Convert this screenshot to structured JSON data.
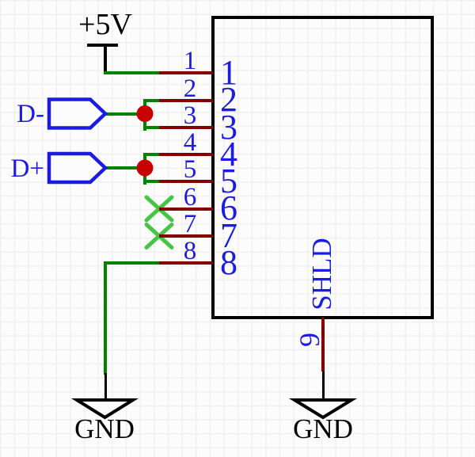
{
  "schematic": {
    "power_label": "+5V",
    "net_labels": {
      "dminus": "D-",
      "dplus": "D+"
    },
    "grounds": {
      "left": "GND",
      "right": "GND"
    },
    "component": {
      "left_pins": [
        {
          "number": "1",
          "name": "1"
        },
        {
          "number": "2",
          "name": "2"
        },
        {
          "number": "3",
          "name": "3"
        },
        {
          "number": "4",
          "name": "4"
        },
        {
          "number": "5",
          "name": "5"
        },
        {
          "number": "6",
          "name": "6"
        },
        {
          "number": "7",
          "name": "7"
        },
        {
          "number": "8",
          "name": "8"
        }
      ],
      "bottom_pin": {
        "number": "9",
        "name": "SHLD"
      },
      "no_connect_pin_numbers": [
        "6",
        "7"
      ]
    },
    "colors": {
      "background": "#FCFCFC",
      "grid_line": "#F0F0F0",
      "outline_black": "#000000",
      "wire_green": "#008400",
      "pin_maroon": "#840000",
      "junction_red": "#C80000",
      "no_connect_green": "#44C644",
      "label_blue": "#1C1CE0"
    }
  }
}
